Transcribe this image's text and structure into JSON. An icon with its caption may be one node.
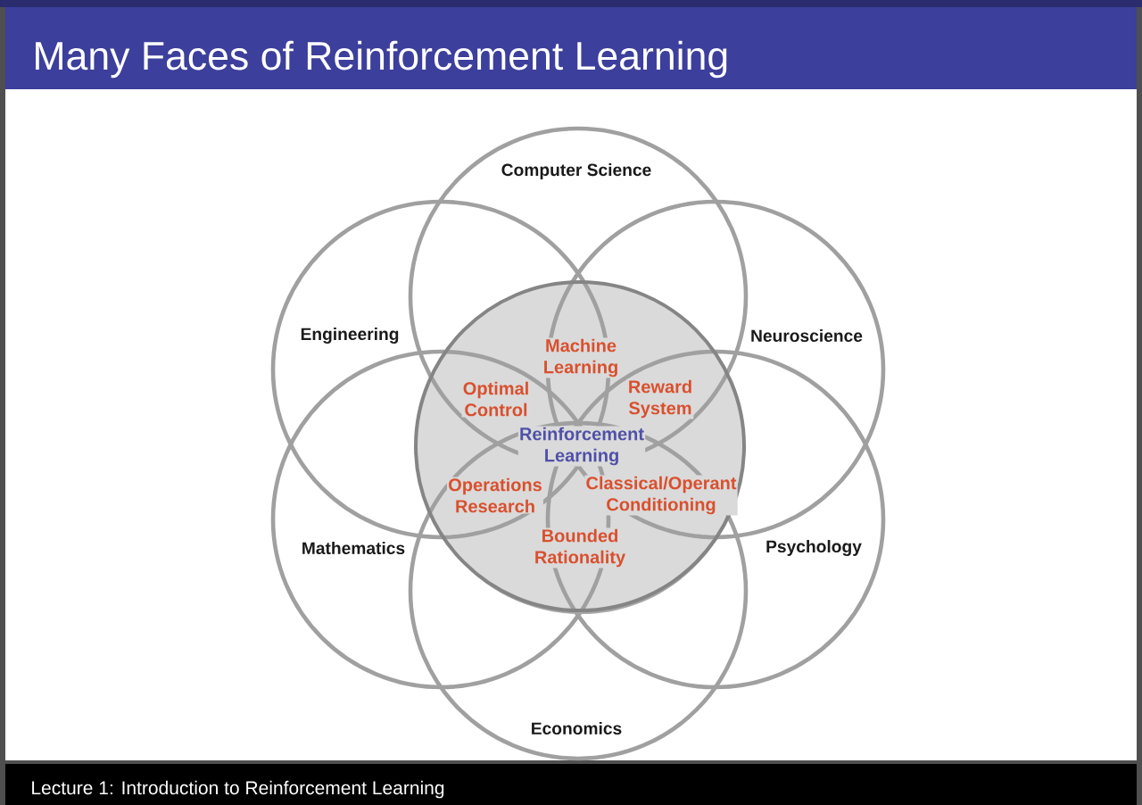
{
  "diagram": {
    "title": "Many Faces of Reinforcement Learning",
    "nodes": [
      {
        "text": [
          "Computer Science"
        ]
      },
      {
        "text": [
          "Engineering"
        ]
      },
      {
        "text": [
          "Neuroscience"
        ]
      },
      {
        "text": [
          "Reinforcement Learning"
        ]
      },
      {
        "text": [
          "Mathematics"
        ]
      },
      {
        "text": [
          "Psychology"
        ]
      },
      {
        "text": [
          "Economics"
        ]
      }
    ],
    "labels": [
      "Machine Learning",
      "Optimal Control",
      "Reward System",
      "Operations Research",
      "Classical/Operant Conditioning",
      "Bounded Rationality",
      "Lecture 1: Introduction to Reinforcement Learning"
    ]
  }
}
